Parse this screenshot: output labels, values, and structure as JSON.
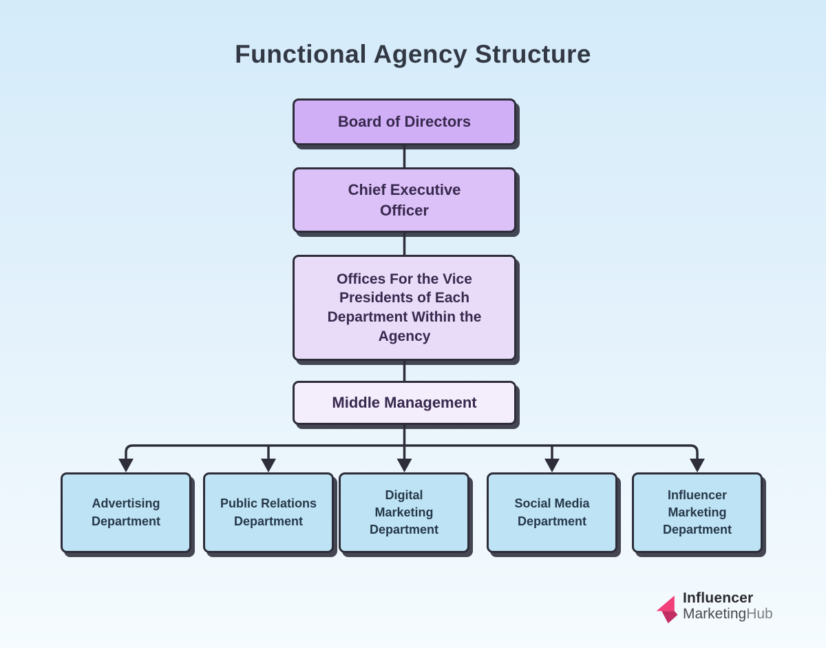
{
  "title": "Functional Agency Structure",
  "chain": [
    {
      "label": "Board of Directors"
    },
    {
      "label": "Chief Executive Officer"
    },
    {
      "label": "Offices For the Vice Presidents of Each Department Within the Agency"
    },
    {
      "label": "Middle Management"
    }
  ],
  "departments": [
    {
      "label": "Advertising Department"
    },
    {
      "label": "Public Relations Department"
    },
    {
      "label": "Digital Marketing Department"
    },
    {
      "label": "Social Media Department"
    },
    {
      "label": "Influencer Marketing Department"
    }
  ],
  "logo": {
    "line1": "Influencer",
    "line2_primary": "Marketing",
    "line2_secondary": "Hub"
  },
  "colors": {
    "background_top": "#d4ebfa",
    "background_bottom": "#f5fbfe",
    "node_border": "#2d2d3a",
    "connector_line": "#2e2e3b",
    "chain_fills": [
      "#d1aff7",
      "#dcc0f8",
      "#e9dcf8",
      "#f4edfb"
    ],
    "department_fill": "#bee3f4",
    "chain_text": "#38294e",
    "department_text": "#25384a",
    "title_text": "#333845",
    "logo_pink": "#f2407a",
    "logo_dark_pink": "#c22d62"
  }
}
